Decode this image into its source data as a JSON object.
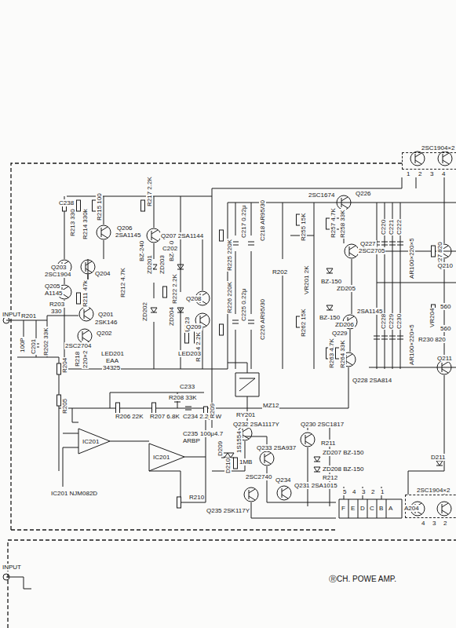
{
  "diagram": {
    "nodes": [
      {
        "text": [
          "2SC1904×2"
        ]
      },
      {
        "text": [
          "2SC1904×2"
        ]
      },
      {
        "text": [
          "ⓇCH. POWE AMP."
        ]
      }
    ],
    "labels": [
      "C238",
      "R213 330",
      "R214 330k",
      "R215 100",
      "Q206",
      "2SA1145",
      "R217 2.2K",
      "Q207 2SA1144",
      "Q203",
      "2SC1904",
      "Q204",
      "Q205",
      "A1145",
      "R211 47k",
      "R212 4.7K",
      "R203",
      "330",
      "Q201",
      "2SK146",
      "2SC2704",
      "Q202",
      "INPUT",
      "R201",
      "100P",
      "C201",
      "R202 33K",
      "R218",
      "220×2",
      "LED201",
      "EAA",
      "34325",
      "R204",
      "R205",
      "R206 22K",
      "R207 6.8K",
      "C234 2.2μ4W",
      "C233",
      "R208 33K",
      "C235",
      "100μ4.7",
      "ARBP",
      "R209",
      "IC201",
      "IC201",
      "IC201 NJM082D",
      "R210",
      "D209",
      "D210",
      "1S1554",
      "1MB",
      "RY201",
      "MZ12",
      "Q232 2SA1117Y",
      "Q233 2SA937",
      "Q230 2SC1817",
      "R211",
      "ZD207 BZ-150",
      "ZD208 BZ-150",
      "R212",
      "2SC2740",
      "Q234",
      "Q235 2SK117Y",
      "Q231 2SA1015",
      "5",
      "4",
      "3",
      "2",
      "1",
      "F",
      "E",
      "D",
      "C",
      "B",
      "A",
      "A204",
      "R222 2.2K",
      "BZ-240",
      "ZD201",
      "ZD203",
      "BZ-240",
      "ZD202",
      "ZD204",
      "C202",
      "R223",
      "R224 2.2K",
      "LED203",
      "Q208",
      "Q209",
      "R226 220K",
      "R225 220K",
      "C217 0.22μ",
      "C218 AR95/30",
      "C225 0.22μ",
      "C226 AR95/30",
      "R202",
      "R255 15K",
      "VR201 2K",
      "R262 15K",
      "2SC1674",
      "Q226",
      "R257 4.7K",
      "R258 33K",
      "Q227",
      "2SC2705",
      "BZ-150",
      "ZD205",
      "BZ-150",
      "ZD206",
      "2SA1145",
      "Q229",
      "R263 4.7K",
      "R264 33K",
      "Q228 2SA814",
      "C220",
      "C221",
      "C222",
      "AR100×220×5",
      "C228",
      "C229",
      "C230",
      "AR100×220×5",
      "R227 820",
      "Q210",
      "VR204",
      "R230 820",
      "560",
      "560",
      "Q211",
      "D211",
      "1",
      "2",
      "3",
      "4",
      "4",
      "3",
      "2",
      "INPUT"
    ]
  }
}
